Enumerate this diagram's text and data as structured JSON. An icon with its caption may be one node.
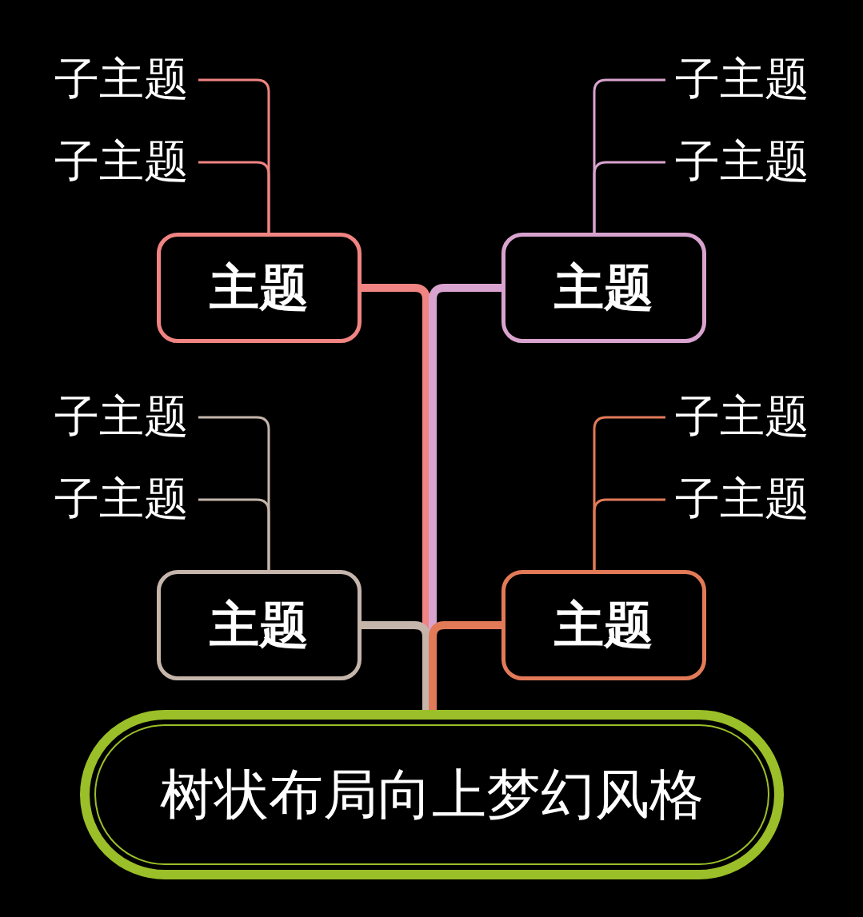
{
  "diagram": {
    "nodes": [
      {
        "text": [
          "树状布局向上梦幻风格"
        ]
      },
      {
        "text": [
          "主题"
        ]
      },
      {
        "text": [
          "主题"
        ]
      },
      {
        "text": [
          "主题"
        ]
      },
      {
        "text": [
          "主题"
        ]
      },
      {
        "text": [
          "子主题"
        ]
      },
      {
        "text": [
          "子主题"
        ]
      },
      {
        "text": [
          "子主题"
        ]
      },
      {
        "text": [
          "子主题"
        ]
      },
      {
        "text": [
          "子主题"
        ]
      },
      {
        "text": [
          "子主题"
        ]
      },
      {
        "text": [
          "子主题"
        ]
      },
      {
        "text": [
          "子主题"
        ]
      }
    ],
    "edges": [
      {
        "from": 0,
        "to": 1,
        "arrow": "none",
        "style": "thick",
        "color": "#f08482"
      },
      {
        "from": 0,
        "to": 2,
        "arrow": "none",
        "style": "thick",
        "color": "#d9a3cf"
      },
      {
        "from": 0,
        "to": 3,
        "arrow": "none",
        "style": "thick",
        "color": "#c5b5ab"
      },
      {
        "from": 0,
        "to": 4,
        "arrow": "none",
        "style": "thick",
        "color": "#e27a58"
      },
      {
        "from": 1,
        "to": 5,
        "arrow": "none",
        "color": "#f08482"
      },
      {
        "from": 1,
        "to": 6,
        "arrow": "none",
        "color": "#f08482"
      },
      {
        "from": 2,
        "to": 7,
        "arrow": "none",
        "color": "#d9a3cf"
      },
      {
        "from": 2,
        "to": 8,
        "arrow": "none",
        "color": "#d9a3cf"
      },
      {
        "from": 3,
        "to": 9,
        "arrow": "none",
        "color": "#c5b5ab"
      },
      {
        "from": 3,
        "to": 10,
        "arrow": "none",
        "color": "#c5b5ab"
      },
      {
        "from": 4,
        "to": 11,
        "arrow": "none",
        "color": "#e27a58"
      },
      {
        "from": 4,
        "to": 12,
        "arrow": "none",
        "color": "#e27a58"
      }
    ]
  }
}
